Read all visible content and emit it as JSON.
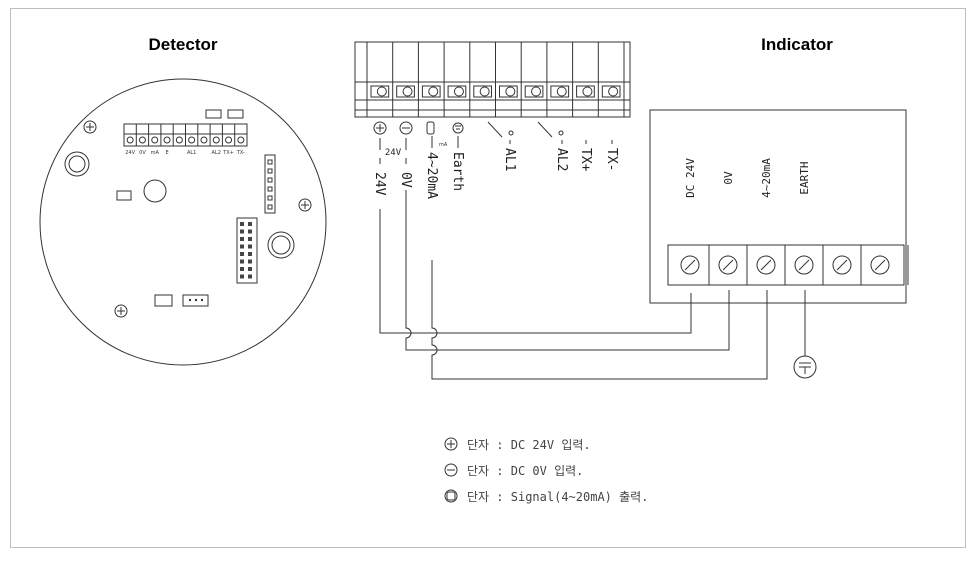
{
  "titles": {
    "detector": "Detector",
    "indicator": "Indicator"
  },
  "board": {
    "terminals": [
      "24V",
      "0V",
      "mA",
      "E",
      "",
      "AL1",
      "",
      "AL2",
      "TX+",
      "TX-"
    ]
  },
  "detector_block": {
    "lead_labels": [
      "24V",
      "0V",
      "4~20mA",
      "Earth",
      "AL1",
      "AL2",
      "TX+",
      "TX-"
    ],
    "mark_24v": "24V",
    "mark_ma": "mA"
  },
  "indicator_block": {
    "terminal_labels": [
      "DC 24V",
      "0V",
      "4~20mA",
      "EARTH",
      "",
      ""
    ]
  },
  "legend": [
    {
      "symbol": "plus-circle-icon",
      "text": "단자 : DC 24V 입력."
    },
    {
      "symbol": "minus-circle-icon",
      "text": "단자 : DC 0V 입력."
    },
    {
      "symbol": "signal-terminal-icon",
      "text": "단자 : Signal(4~20mA) 출력."
    }
  ]
}
